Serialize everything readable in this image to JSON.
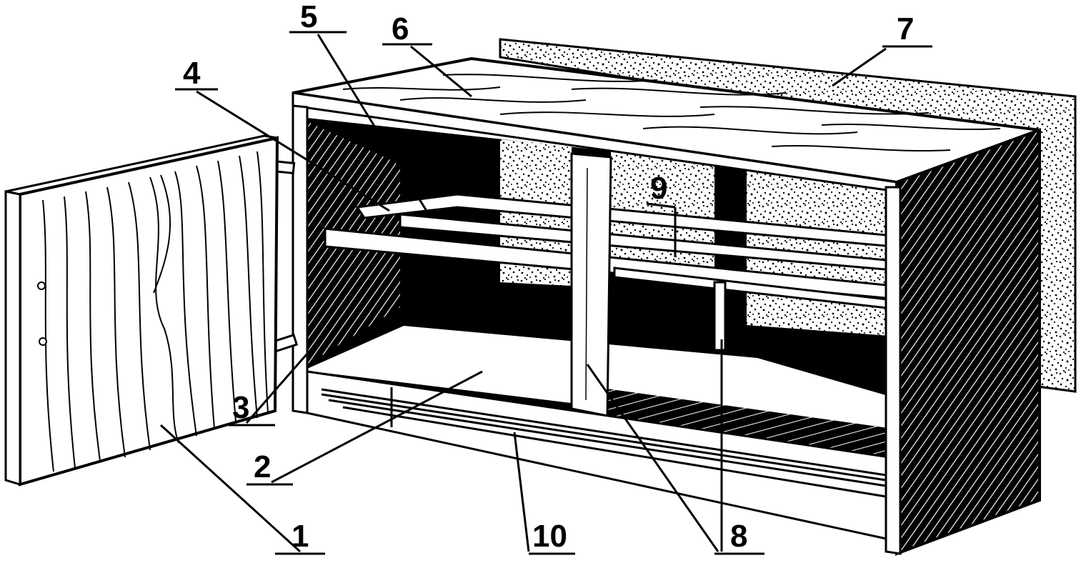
{
  "labels": {
    "l1": "1",
    "l2": "2",
    "l3": "3",
    "l4": "4",
    "l5": "5",
    "l6": "6",
    "l7": "7",
    "l8": "8",
    "l9": "9",
    "l10": "10"
  },
  "colors": {
    "ink": "#000000",
    "paper": "#ffffff"
  }
}
